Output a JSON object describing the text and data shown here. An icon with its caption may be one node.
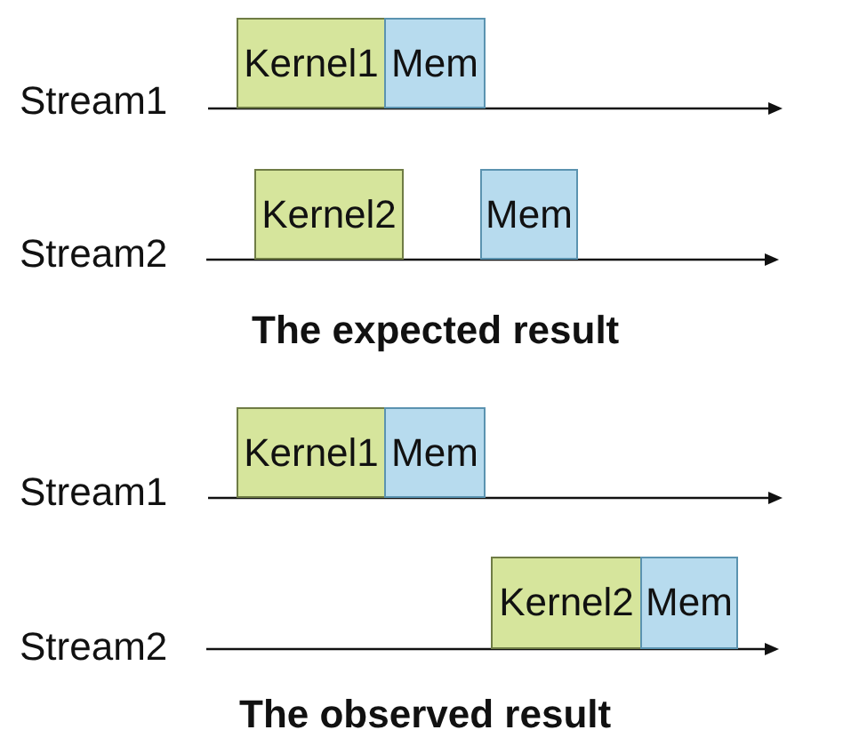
{
  "diagram": {
    "nodes": [
      {
        "text": [
          "Kernel1"
        ]
      },
      {
        "text": [
          "Mem"
        ]
      },
      {
        "text": [
          "Kernel2"
        ]
      },
      {
        "text": [
          "Mem"
        ]
      },
      {
        "text": [
          "Kernel1"
        ]
      },
      {
        "text": [
          "Mem"
        ]
      },
      {
        "text": [
          "Kernel2"
        ]
      },
      {
        "text": [
          "Mem"
        ]
      }
    ],
    "labels": [
      "Stream1",
      "Stream2",
      "The expected result",
      "Stream1",
      "Stream2",
      "The observed result"
    ]
  }
}
